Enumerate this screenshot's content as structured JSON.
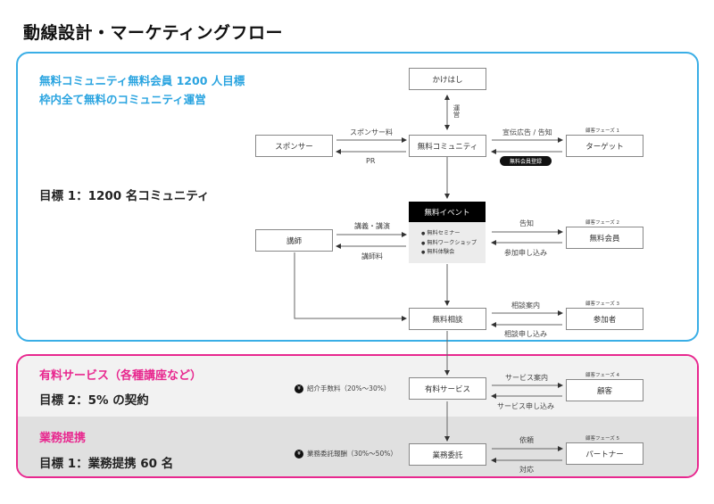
{
  "title": "動線設計・マーケティングフロー",
  "free_section": {
    "heading_line1": "無料コミュニティ無料会員 1200 人目標",
    "heading_line2": "枠内全て無料のコミュニティ運営",
    "goal": "目標 1：1200 名コミュニティ",
    "border_color": "#3aaee6"
  },
  "paid_section": {
    "heading": "有料サービス（各種講座など）",
    "goal": "目標 2：5% の契約",
    "border_color": "#e8288f"
  },
  "partner_section": {
    "heading": "業務提携",
    "goal": "目標 1：業務提携 60 名"
  },
  "nodes": {
    "kakehashi": "かけはし",
    "sponsor": "スポンサー",
    "community": "無料コミュニティ",
    "target": "ターゲット",
    "lecturer": "講師",
    "event_title": "無料イベント",
    "event_items": [
      "無料セミナー",
      "無料ワークショップ",
      "無料体験会"
    ],
    "free_member": "無料会員",
    "consult": "無料相談",
    "participant": "参加者",
    "paid_service": "有料サービス",
    "customer": "顧客",
    "outsourcing": "業務委託",
    "partner": "パートナー"
  },
  "phases": {
    "p1": "顧客フェーズ 1",
    "p2": "顧客フェーズ 2",
    "p3": "顧客フェーズ 3",
    "p4": "顧客フェーズ 4",
    "p5": "顧客フェーズ 5"
  },
  "edges": {
    "operation": "運営",
    "sponsor_fee": "スポンサー料",
    "pr": "PR",
    "advertising": "宣伝広告 / 告知",
    "free_signup": "無料会員登録",
    "lecture": "講義・講演",
    "lecture_fee": "講師料",
    "notice": "告知",
    "apply": "参加申し込み",
    "consult_guide": "相談案内",
    "consult_apply": "相談申し込み",
    "service_guide": "サービス案内",
    "service_apply": "サービス申し込み",
    "request": "依頼",
    "response": "対応"
  },
  "fees": {
    "referral": "紹介手数料（20%〜30%）",
    "outsourcing": "業務委託報酬（30%〜50%）",
    "icon": "¥"
  }
}
